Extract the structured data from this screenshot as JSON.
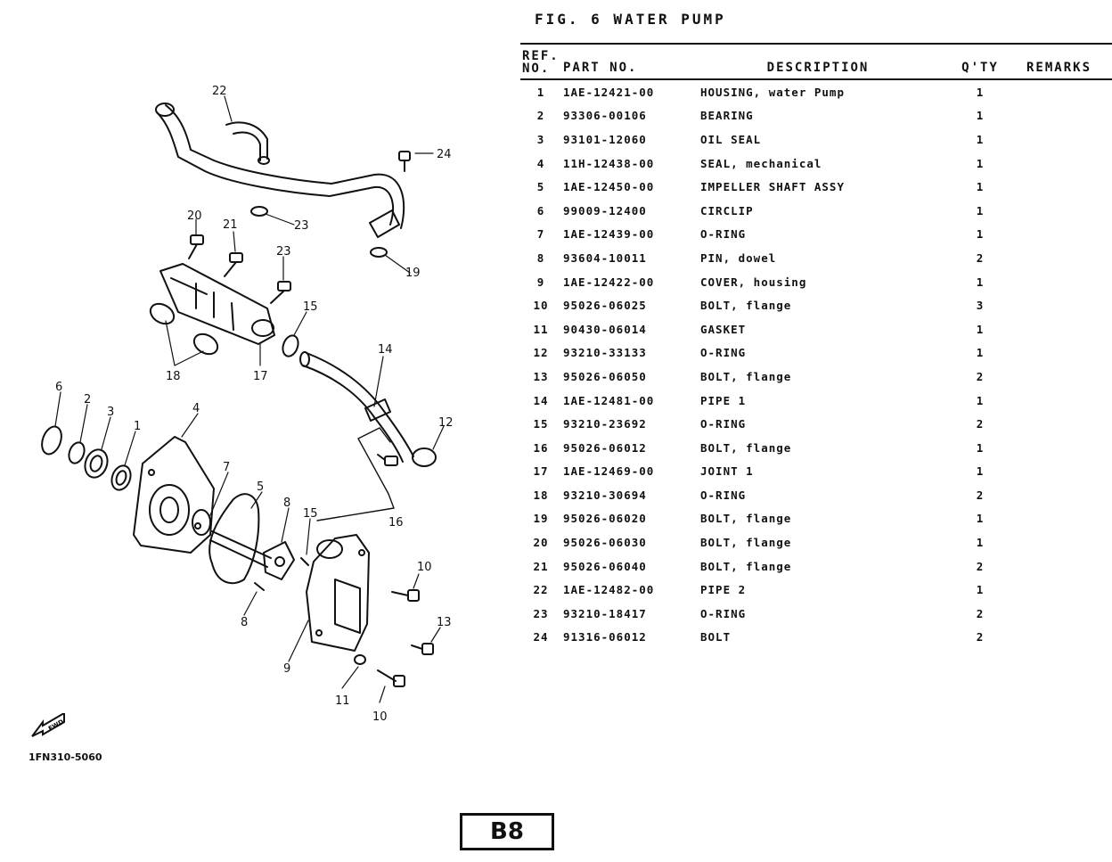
{
  "figure": {
    "title": "FIG. 6  WATER PUMP"
  },
  "table": {
    "headers": {
      "ref_line1": "REF.",
      "ref_line2": "NO.",
      "part_no": "PART NO.",
      "description": "DESCRIPTION",
      "qty": "Q'TY",
      "remarks": "REMARKS"
    },
    "rows": [
      {
        "ref": "1",
        "part": "1AE-12421-00",
        "desc": "HOUSING, water Pump",
        "qty": "1",
        "remarks": ""
      },
      {
        "ref": "2",
        "part": "93306-00106",
        "desc": "BEARING",
        "qty": "1",
        "remarks": ""
      },
      {
        "ref": "3",
        "part": "93101-12060",
        "desc": "OIL SEAL",
        "qty": "1",
        "remarks": ""
      },
      {
        "ref": "4",
        "part": "11H-12438-00",
        "desc": "SEAL, mechanical",
        "qty": "1",
        "remarks": ""
      },
      {
        "ref": "5",
        "part": "1AE-12450-00",
        "desc": "IMPELLER SHAFT ASSY",
        "qty": "1",
        "remarks": ""
      },
      {
        "ref": "6",
        "part": "99009-12400",
        "desc": "CIRCLIP",
        "qty": "1",
        "remarks": ""
      },
      {
        "ref": "7",
        "part": "1AE-12439-00",
        "desc": "O-RING",
        "qty": "1",
        "remarks": ""
      },
      {
        "ref": "8",
        "part": "93604-10011",
        "desc": "PIN, dowel",
        "qty": "2",
        "remarks": ""
      },
      {
        "ref": "9",
        "part": "1AE-12422-00",
        "desc": "COVER, housing",
        "qty": "1",
        "remarks": ""
      },
      {
        "ref": "10",
        "part": "95026-06025",
        "desc": "BOLT, flange",
        "qty": "3",
        "remarks": ""
      },
      {
        "ref": "11",
        "part": "90430-06014",
        "desc": "GASKET",
        "qty": "1",
        "remarks": ""
      },
      {
        "ref": "12",
        "part": "93210-33133",
        "desc": "O-RING",
        "qty": "1",
        "remarks": ""
      },
      {
        "ref": "13",
        "part": "95026-06050",
        "desc": "BOLT, flange",
        "qty": "2",
        "remarks": ""
      },
      {
        "ref": "14",
        "part": "1AE-12481-00",
        "desc": "PIPE 1",
        "qty": "1",
        "remarks": ""
      },
      {
        "ref": "15",
        "part": "93210-23692",
        "desc": "O-RING",
        "qty": "2",
        "remarks": ""
      },
      {
        "ref": "16",
        "part": "95026-06012",
        "desc": "BOLT, flange",
        "qty": "1",
        "remarks": ""
      },
      {
        "ref": "17",
        "part": "1AE-12469-00",
        "desc": "JOINT 1",
        "qty": "1",
        "remarks": ""
      },
      {
        "ref": "18",
        "part": "93210-30694",
        "desc": "O-RING",
        "qty": "2",
        "remarks": ""
      },
      {
        "ref": "19",
        "part": "95026-06020",
        "desc": "BOLT, flange",
        "qty": "1",
        "remarks": ""
      },
      {
        "ref": "20",
        "part": "95026-06030",
        "desc": "BOLT, flange",
        "qty": "1",
        "remarks": ""
      },
      {
        "ref": "21",
        "part": "95026-06040",
        "desc": "BOLT, flange",
        "qty": "2",
        "remarks": ""
      },
      {
        "ref": "22",
        "part": "1AE-12482-00",
        "desc": "PIPE 2",
        "qty": "1",
        "remarks": ""
      },
      {
        "ref": "23",
        "part": "93210-18417",
        "desc": "O-RING",
        "qty": "2",
        "remarks": ""
      },
      {
        "ref": "24",
        "part": "91316-06012",
        "desc": "BOLT",
        "qty": "2",
        "remarks": ""
      }
    ]
  },
  "diagram": {
    "callouts": [
      "22",
      "24",
      "23",
      "19",
      "20",
      "21",
      "23",
      "15",
      "18",
      "17",
      "14",
      "12",
      "6",
      "2",
      "3",
      "1",
      "4",
      "7",
      "5",
      "8",
      "15",
      "16",
      "10",
      "8",
      "13",
      "9",
      "11",
      "10"
    ],
    "drawing_code": "1FN310-5060",
    "fwd_label": "FWD"
  },
  "page_code": "B8"
}
